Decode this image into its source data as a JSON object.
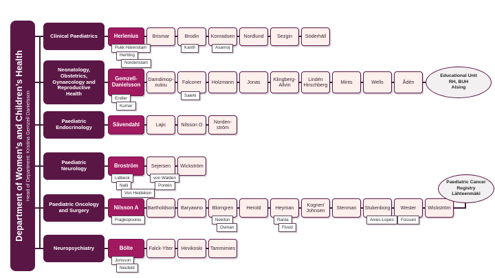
{
  "sidebar": {
    "title": "Department of Women’s and Children’s Health",
    "subtitle": "Head of Department: Kristina Gemzell Danielsson"
  },
  "colors": {
    "dark_purple": "#5a1645",
    "magenta": "#a11a60",
    "light_pink": "#fdefec",
    "ellipse_gray": "#f2f0f1",
    "connector": "#3e1a33"
  },
  "rows": [
    {
      "department": "Clinical Paediatrics",
      "lead": {
        "name": "Herlenius",
        "subs": [
          "Pukk Härenstam",
          "Hertting",
          "Nordenstam"
        ]
      },
      "members": [
        {
          "name": "Brismar",
          "subs": []
        },
        {
          "name": "Brodin",
          "subs": [
            "Kanth"
          ]
        },
        {
          "name": "Konradsen",
          "subs": [
            "Asarnoj"
          ]
        },
        {
          "name": "Nordlund",
          "subs": []
        },
        {
          "name": "Sezgin",
          "subs": []
        },
        {
          "name": "Söderhäll",
          "subs": []
        }
      ],
      "terminal": null
    },
    {
      "department": "Neonatology,\nObstetrics,\nGynaecology and\nReproductive\nHealth",
      "lead": {
        "name": "Gemzell-\nDanielsson",
        "subs": [
          "Endler",
          "Kumar"
        ]
      },
      "members": [
        {
          "name": "Damdimop-\noulou",
          "subs": []
        },
        {
          "name": "Falconer",
          "subs": [
            "Salehi"
          ]
        },
        {
          "name": "Holzmann",
          "subs": []
        },
        {
          "name": "Jonas",
          "subs": []
        },
        {
          "name": "Klingberg-\nAllvin",
          "subs": []
        },
        {
          "name": "Lindén\nHirschberg",
          "subs": []
        },
        {
          "name": "Mints",
          "subs": []
        },
        {
          "name": "Wells",
          "subs": []
        },
        {
          "name": "Ådén",
          "subs": []
        }
      ],
      "terminal": {
        "shape": "ellipse",
        "placement": "inline",
        "lines": [
          "Educational Unit",
          "RH, BUH",
          "Alsing"
        ]
      }
    },
    {
      "department": "Paediatric\nEndocrinology",
      "lead": {
        "name": "Sävendahl",
        "subs": []
      },
      "members": [
        {
          "name": "Lajic",
          "subs": []
        },
        {
          "name": "Nilsson O",
          "subs": []
        },
        {
          "name": "Norden-\nström",
          "subs": []
        }
      ],
      "terminal": null
    },
    {
      "department": "Paediatric\nNeurology",
      "lead": {
        "name": "Broström",
        "subs": [
          "Lidbeck",
          "Nalli",
          "Von Heideken"
        ]
      },
      "members": [
        {
          "name": "Sejersen",
          "subs": [
            "von Walden",
            "Pontén"
          ]
        },
        {
          "name": "Wickström",
          "subs": []
        }
      ],
      "terminal": null
    },
    {
      "department": "Paediatric Oncology\nand Surgery",
      "lead": {
        "name": "Nilsson A",
        "subs": [
          "Fragkopoulou"
        ]
      },
      "members": [
        {
          "name": "Bartholdson",
          "subs": []
        },
        {
          "name": "Baryawno",
          "subs": []
        },
        {
          "name": "Blomgren",
          "subs": [
            "Newton",
            "Osman"
          ]
        },
        {
          "name": "Herold",
          "subs": []
        },
        {
          "name": "Heyman",
          "subs": [
            "Ranta",
            "Flood"
          ]
        },
        {
          "name": "Kogner/\nJohnsen",
          "subs": []
        },
        {
          "name": "Stenman",
          "subs": []
        },
        {
          "name": "Stukenborg",
          "subs": [
            "Alves-Lopes"
          ]
        },
        {
          "name": "Wester",
          "subs": [
            "Fossum"
          ]
        },
        {
          "name": "Wickström",
          "subs": []
        }
      ],
      "terminal": {
        "shape": "ellipse",
        "placement": "floating",
        "lines": [
          "Paediatric Cancer",
          "Registry",
          "Lähteenmäki"
        ]
      }
    },
    {
      "department": "Neuropsychiatry",
      "lead": {
        "name": "Bölte",
        "subs": [
          "Jonsson",
          "Neufeld"
        ]
      },
      "members": [
        {
          "name": "Falck-Ytter",
          "subs": []
        },
        {
          "name": "Hirvikoski",
          "subs": []
        },
        {
          "name": "Tammimies",
          "subs": []
        }
      ],
      "terminal": null
    }
  ]
}
